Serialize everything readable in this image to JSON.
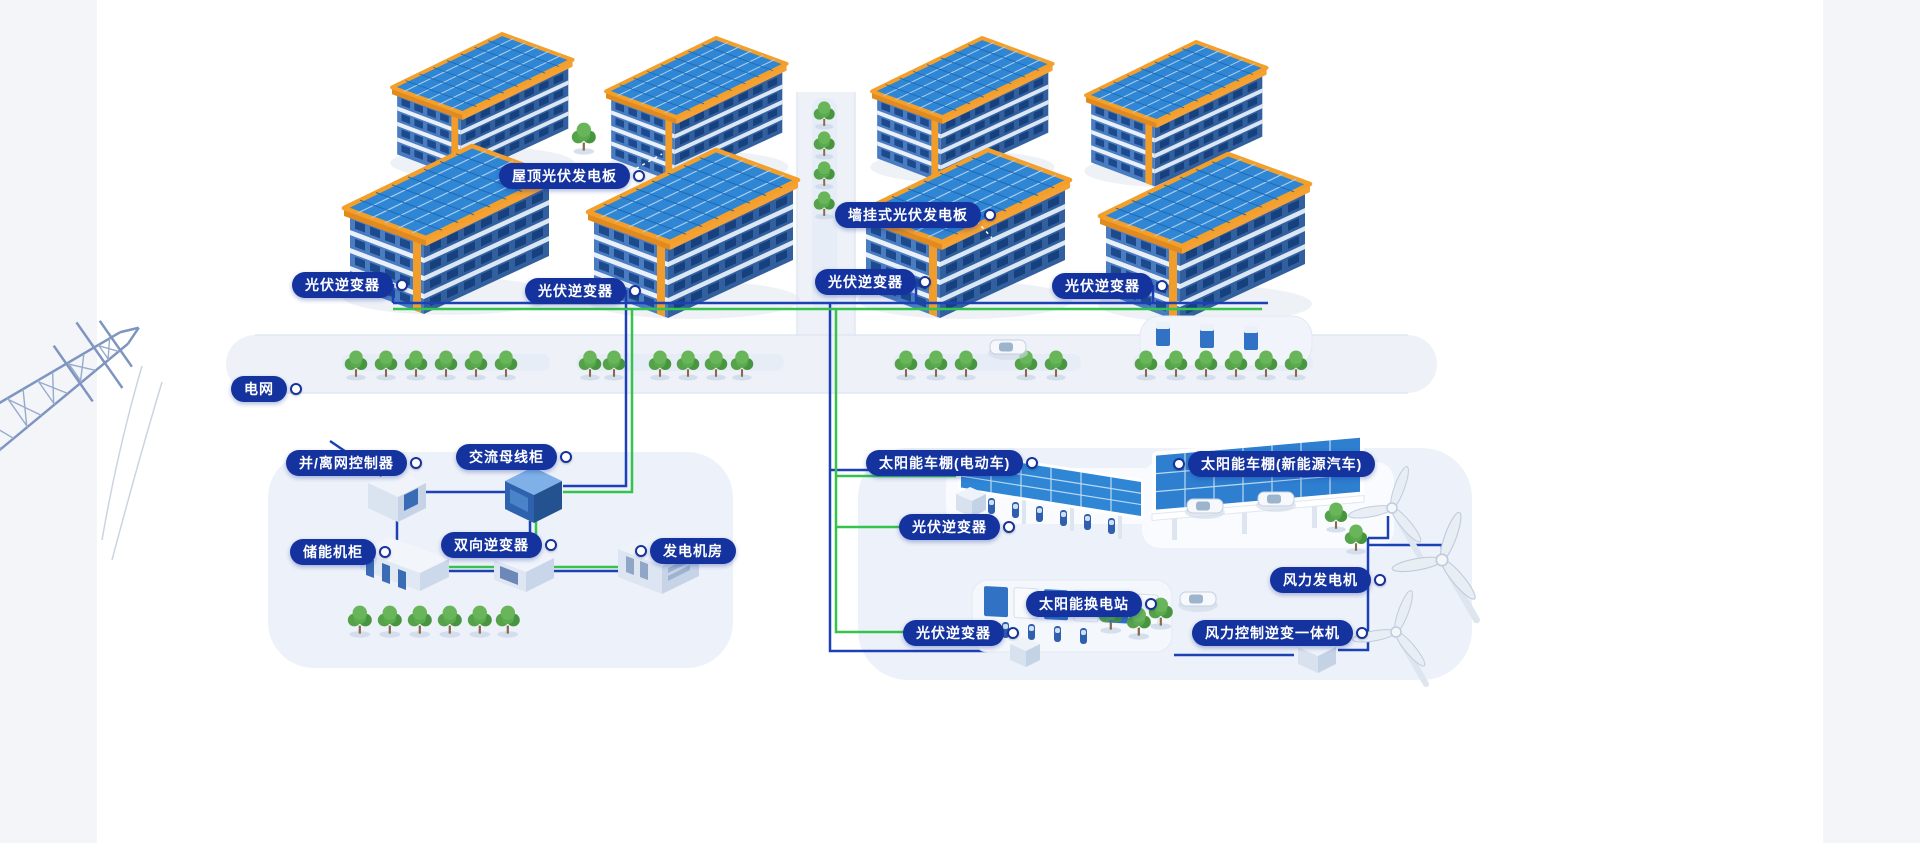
{
  "colors": {
    "label_background": "#15339E",
    "label_text": "#FFFFFF",
    "line_green": "#35C24D",
    "line_blue": "#1C41B4",
    "solar_panel_blue": "#2E86D5",
    "solar_panel_frame_orange": "#F49F2A",
    "building_wall_blue": "#4A7CC2",
    "building_wall_shade": "#32609E",
    "ground_platform": "#EDF1F9",
    "tree_green": "#5AAA4E",
    "canvas_background": "#FFFFFF"
  },
  "labels": {
    "rooftop_pv": "屋顶光伏发电板",
    "wall_pv": "墙挂式光伏发电板",
    "pv_inverter": "光伏逆变器",
    "power_grid": "电网",
    "grid_controller": "并/离网控制器",
    "ac_bus_cabinet": "交流母线柜",
    "energy_storage_cabinet": "储能机柜",
    "bidirectional_inverter": "双向逆变器",
    "generator_room": "发电机房",
    "solar_carport_ebike": "太阳能车棚(电动车)",
    "solar_carport_nev": "太阳能车棚(新能源汽车)",
    "solar_battery_swap_station": "太阳能换电站",
    "wind_turbine": "风力发电机",
    "wind_control_inverter_unit": "风力控制逆变一体机"
  }
}
